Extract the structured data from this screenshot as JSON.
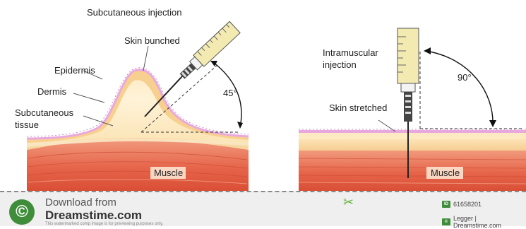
{
  "diagram": {
    "subcutaneous": {
      "title": "Subcutaneous injection",
      "skin_label": "Skin bunched",
      "layers": {
        "epidermis": "Epidermis",
        "dermis": "Dermis",
        "subcutaneous_line1": "Subcutaneous",
        "subcutaneous_line2": "tissue",
        "muscle": "Muscle"
      },
      "angle": "45°"
    },
    "intramuscular": {
      "title_line1": "Intramuscular",
      "title_line2": "injection",
      "skin_label": "Skin stretched",
      "muscle": "Muscle",
      "angle": "90°"
    },
    "colors": {
      "epidermis": "#e8a8dd",
      "dermis": "#f6cf96",
      "subcutaneous": "#fde9c2",
      "muscle": "#e6654a",
      "syringe_fill": "#f3eab2"
    }
  },
  "footer": {
    "download_from": "Download from",
    "brand": "Dreamstime.com",
    "disclaimer": "This watermarked comp image is for previewing purposes only.",
    "image_id": "61658201",
    "credit": "Legger | Dreamstime.com",
    "id_badge": "ID"
  }
}
